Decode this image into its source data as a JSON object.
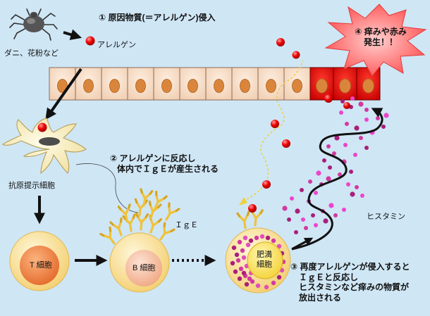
{
  "steps": {
    "step1": "① 原因物質(＝アレルゲン)侵入",
    "step2": [
      "② アレルゲンに反応し",
      "体内でＩｇＥが産生される"
    ],
    "step3": [
      "③ 再度アレルゲンが侵入すると",
      "ＩｇＥと反応し",
      "ヒスタミンなど痒みの物質が",
      "放出される"
    ],
    "step4": [
      "④ 痒みや赤み",
      "発生！！"
    ]
  },
  "labels": {
    "source": "ダニ、花粉など",
    "allergen": "アレルゲン",
    "apc": "抗原提示細胞",
    "t_cell": "T 細胞",
    "b_cell": "B 細胞",
    "ige": "ＩｇＥ",
    "mast_cell": [
      "肥満",
      "細胞"
    ],
    "histamine": "ヒスタミン"
  },
  "colors": {
    "background": "#cfe6f5",
    "skin_cell": "#f7dcc6",
    "skin_nucleus": "#d9863c",
    "inflamed_cell": "#e0060a",
    "allergen_dot": "#ee0000",
    "immune_cell": "#fbe7a1",
    "antibody": "#f0c23a",
    "granule": "#cc2f98",
    "burst": "#ff5c5c"
  }
}
